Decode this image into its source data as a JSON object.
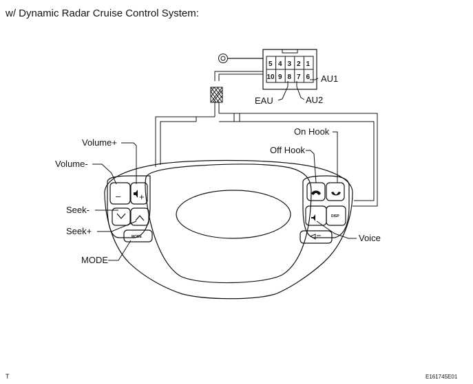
{
  "title": "w/ Dynamic Radar Cruise Control System:",
  "connector": {
    "pins_top": [
      "5",
      "4",
      "3",
      "2",
      "1"
    ],
    "pins_bottom": [
      "10",
      "9",
      "8",
      "7",
      "6"
    ]
  },
  "labels": {
    "au1": "AU1",
    "au2": "AU2",
    "eau": "EAU",
    "on_hook": "On Hook",
    "off_hook": "Off Hook",
    "voice": "Voice",
    "volume_plus": "Volume+",
    "volume_minus": "Volume-",
    "seek_minus": "Seek-",
    "seek_plus": "Seek+",
    "mode": "MODE"
  },
  "buttons": {
    "mode": "MODE",
    "disp": "DISP"
  },
  "footer": {
    "left": "T",
    "right": "E161745E01"
  }
}
